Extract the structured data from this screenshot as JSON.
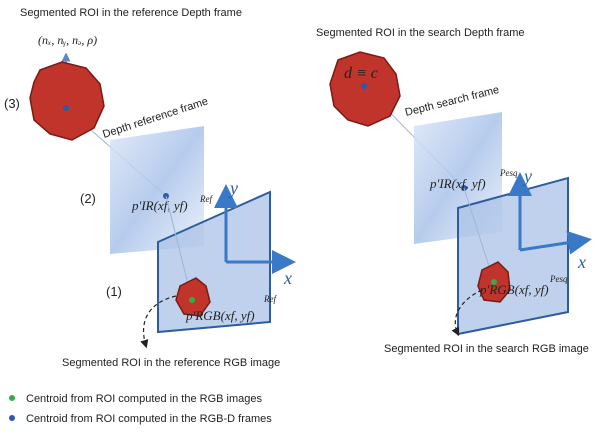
{
  "left": {
    "roi_depth_title": "Segmented ROI in the reference Depth frame",
    "normal_label": "(nₓ, nᵧ, nₔ, ρ)",
    "step3": "(3)",
    "step2": "(2)",
    "step1": "(1)",
    "depth_frame_label": "Depth reference frame",
    "pir_label": "p′IR(xf, yf)",
    "pir_sup": "Ref",
    "prgb_label": "p′RGB(xf, yf)",
    "prgb_sup": "Ref",
    "axis_y": "y",
    "axis_x": "x",
    "rgb_caption": "Segmented ROI in the reference RGB image"
  },
  "right": {
    "roi_depth_title": "Segmented ROI in the search Depth frame",
    "d_label": "d ≡ c",
    "depth_frame_label": "Depth search frame",
    "pir_label": "p′IR(xf, yf)",
    "pir_sup": "Pesq",
    "prgb_label": "p′RGB(xf, yf)",
    "prgb_sup": "Pesq",
    "axis_y": "y",
    "axis_x": "x",
    "rgb_caption": "Segmented ROI in the search RGB image"
  },
  "legend": {
    "green": "Centroid from ROI computed in the RGB images",
    "blue": "Centroid from ROI computed in the RGB-D frames"
  },
  "colors": {
    "roi_fill": "#c0342c",
    "roi_stroke": "#7a1a14",
    "plane_fill": "#a9c2e6",
    "plane_stroke": "#2e5d9e",
    "axis": "#3a78c8",
    "green_dot": "#2fae4a",
    "blue_dot": "#2b5aa8"
  }
}
